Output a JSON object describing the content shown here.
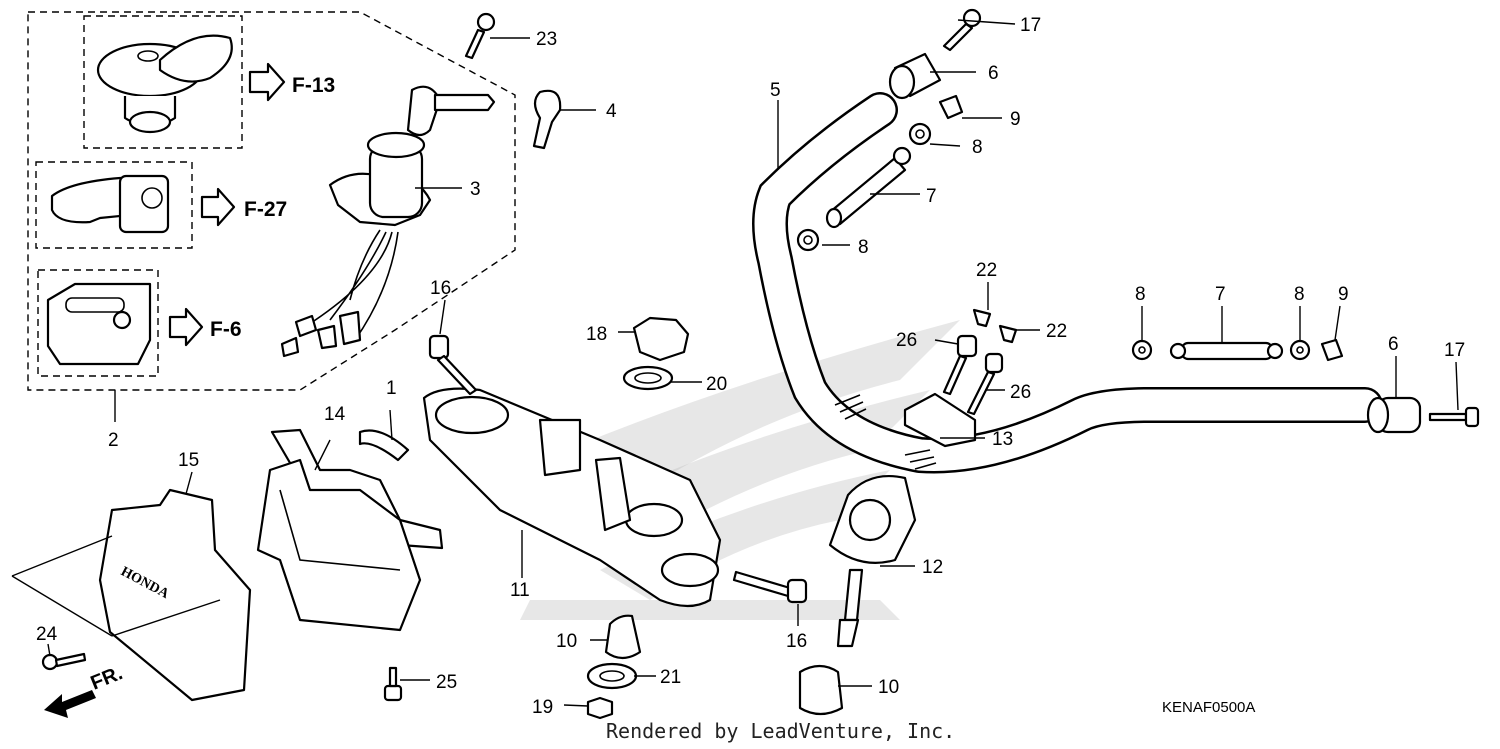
{
  "callouts": {
    "c1": "1",
    "c2": "2",
    "c3": "3",
    "c4": "4",
    "c5": "5",
    "c6a": "6",
    "c6b": "6",
    "c7a": "7",
    "c7b": "7",
    "c8a": "8",
    "c8b": "8",
    "c8c": "8",
    "c8d": "8",
    "c9a": "9",
    "c9b": "9",
    "c10a": "10",
    "c10b": "10",
    "c11": "11",
    "c12": "12",
    "c13": "13",
    "c14": "14",
    "c15": "15",
    "c16a": "16",
    "c16b": "16",
    "c17a": "17",
    "c17b": "17",
    "c18": "18",
    "c19": "19",
    "c20": "20",
    "c21": "21",
    "c22a": "22",
    "c22b": "22",
    "c23": "23",
    "c24": "24",
    "c25": "25",
    "c26a": "26",
    "c26b": "26"
  },
  "references": {
    "ref1": "F-13",
    "ref2": "F-27",
    "ref3": "F-6"
  },
  "front_marker": "FR.",
  "cover_brand": "HONDA",
  "diagram_code": "KENAF0500A",
  "credit": "Rendered by LeadVenture, Inc.",
  "colors": {
    "line": "#000000",
    "background": "#ffffff",
    "watermark": "#b9b9b9"
  }
}
